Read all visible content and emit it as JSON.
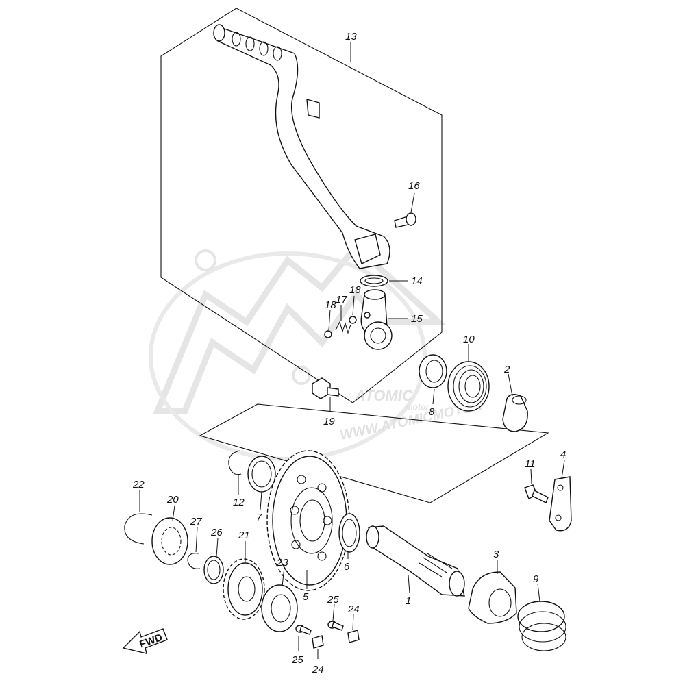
{
  "diagram": {
    "callouts": [
      {
        "id": "callout-1",
        "text": "1"
      },
      {
        "id": "callout-2",
        "text": "2"
      },
      {
        "id": "callout-3",
        "text": "3"
      },
      {
        "id": "callout-4",
        "text": "4"
      },
      {
        "id": "callout-5",
        "text": "5"
      },
      {
        "id": "callout-6",
        "text": "6"
      },
      {
        "id": "callout-7",
        "text": "7"
      },
      {
        "id": "callout-8",
        "text": "8"
      },
      {
        "id": "callout-9",
        "text": "9"
      },
      {
        "id": "callout-10",
        "text": "10"
      },
      {
        "id": "callout-11",
        "text": "11"
      },
      {
        "id": "callout-12",
        "text": "12"
      },
      {
        "id": "callout-13",
        "text": "13"
      },
      {
        "id": "callout-14",
        "text": "14"
      },
      {
        "id": "callout-15",
        "text": "15"
      },
      {
        "id": "callout-16",
        "text": "16"
      },
      {
        "id": "callout-17",
        "text": "17"
      },
      {
        "id": "callout-18a",
        "text": "18"
      },
      {
        "id": "callout-18b",
        "text": "18"
      },
      {
        "id": "callout-19",
        "text": "19"
      },
      {
        "id": "callout-20",
        "text": "20"
      },
      {
        "id": "callout-21",
        "text": "21"
      },
      {
        "id": "callout-22",
        "text": "22"
      },
      {
        "id": "callout-23",
        "text": "23"
      },
      {
        "id": "callout-24a",
        "text": "24"
      },
      {
        "id": "callout-24b",
        "text": "24"
      },
      {
        "id": "callout-25a",
        "text": "25"
      },
      {
        "id": "callout-25b",
        "text": "25"
      },
      {
        "id": "callout-26",
        "text": "26"
      },
      {
        "id": "callout-27",
        "text": "27"
      }
    ],
    "fwd_label": "FWD"
  },
  "watermark": {
    "brand": "ATOMIC",
    "sub": "motor",
    "url": "WWW.ATOMICMOTOR"
  }
}
